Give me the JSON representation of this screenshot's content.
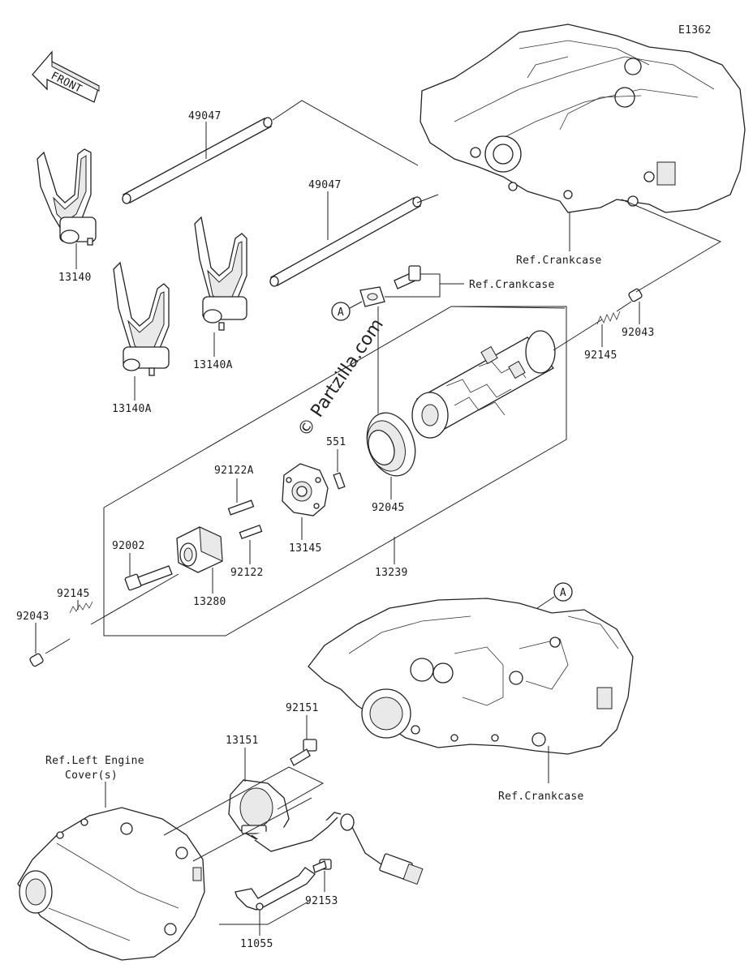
{
  "diagram": {
    "code": "E1362",
    "front_label": "FRONT",
    "watermark": "© Partzilla.com",
    "callout": "A",
    "parts": [
      {
        "id": "p49047a",
        "number": "49047"
      },
      {
        "id": "p49047b",
        "number": "49047"
      },
      {
        "id": "p13140",
        "number": "13140"
      },
      {
        "id": "p13140a_1",
        "number": "13140A"
      },
      {
        "id": "p13140a_2",
        "number": "13140A"
      },
      {
        "id": "p92043_r",
        "number": "92043"
      },
      {
        "id": "p92145_r",
        "number": "92145"
      },
      {
        "id": "p551",
        "number": "551"
      },
      {
        "id": "p92045",
        "number": "92045"
      },
      {
        "id": "p92122a",
        "number": "92122A"
      },
      {
        "id": "p92002",
        "number": "92002"
      },
      {
        "id": "p13145",
        "number": "13145"
      },
      {
        "id": "p92122",
        "number": "92122"
      },
      {
        "id": "p13239",
        "number": "13239"
      },
      {
        "id": "p92145_l",
        "number": "92145"
      },
      {
        "id": "p13280",
        "number": "13280"
      },
      {
        "id": "p92043_l",
        "number": "92043"
      },
      {
        "id": "p92151",
        "number": "92151"
      },
      {
        "id": "p13151",
        "number": "13151"
      },
      {
        "id": "p92153",
        "number": "92153"
      },
      {
        "id": "p11055",
        "number": "11055"
      }
    ],
    "refs": {
      "crankcase_top": "Ref.Crankcase",
      "crankcase_bolt": "Ref.Crankcase",
      "crankcase_bottom": "Ref.Crankcase",
      "left_engine_cover_1": "Ref.Left Engine",
      "left_engine_cover_2": "Cover(s)"
    }
  }
}
